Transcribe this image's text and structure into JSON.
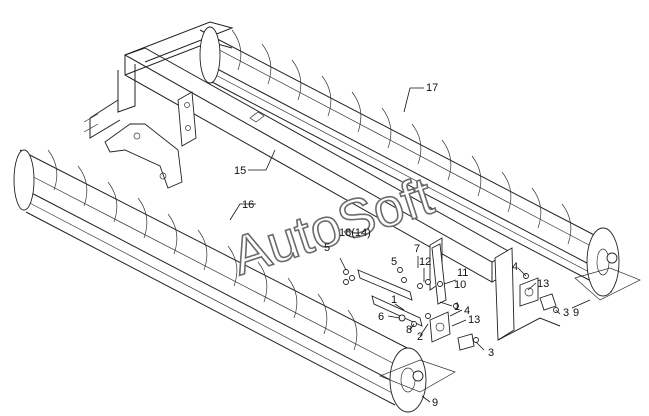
{
  "watermark": "AutoSoft",
  "callouts": {
    "c17": "17",
    "c15": "15",
    "c16": "16",
    "c18": "18(14)",
    "c5a": "5",
    "c5b": "5",
    "c7": "7",
    "c12": "12",
    "c11": "11",
    "c10": "10",
    "c4a": "4",
    "c13a": "13",
    "c1a": "1",
    "c1b": "1",
    "c4b": "4",
    "c6": "6",
    "c8": "8",
    "c2": "2",
    "c13b": "13",
    "c3a": "3",
    "c9a": "9",
    "c3b": "3",
    "c9b": "9"
  }
}
